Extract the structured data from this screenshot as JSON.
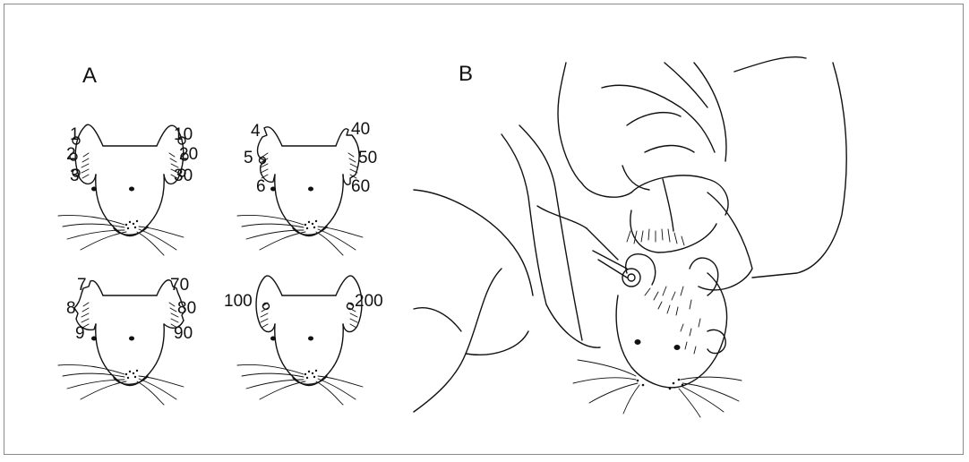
{
  "panels": {
    "a": {
      "label": "A",
      "heads": [
        {
          "left_labels": [
            "1",
            "2",
            "3"
          ],
          "right_labels": [
            "10",
            "20",
            "30"
          ]
        },
        {
          "left_labels": [
            "4",
            "5",
            "6"
          ],
          "right_labels": [
            "40",
            "50",
            "60"
          ]
        },
        {
          "left_labels": [
            "7",
            "8",
            "9"
          ],
          "right_labels": [
            "70",
            "80",
            "90"
          ]
        },
        {
          "left_labels": [
            "100"
          ],
          "right_labels": [
            "200"
          ]
        }
      ]
    },
    "b": {
      "label": "B"
    }
  }
}
